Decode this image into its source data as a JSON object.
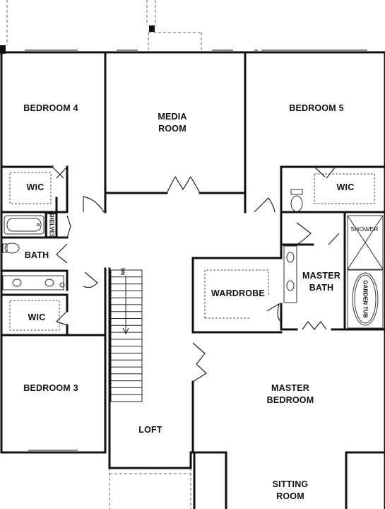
{
  "rooms": {
    "bedroom_4": "BEDROOM 4",
    "media_room": [
      "MEDIA",
      "ROOM"
    ],
    "bedroom_5": "BEDROOM 5",
    "wic_left_top": "WIC",
    "wic_right": "WIC",
    "shelves": "SHELVES",
    "shower": "SHOWER",
    "bath": "BATH",
    "wardrobe": "WARDROBE",
    "master_bath": [
      "MASTER",
      "BATH"
    ],
    "garden_tub": "GARDEN TUB",
    "wic_left_bottom": "WIC",
    "bedroom_3": "BEDROOM 3",
    "master_bedroom": [
      "MASTER",
      "BEDROOM"
    ],
    "loft": "LOFT",
    "sitting_room": [
      "SITTING",
      "ROOM"
    ]
  },
  "stair_marker": "DN",
  "colors": {
    "wall": "#111111",
    "dashed": "#555555",
    "fixture": "#333333",
    "background": "#ffffff"
  }
}
